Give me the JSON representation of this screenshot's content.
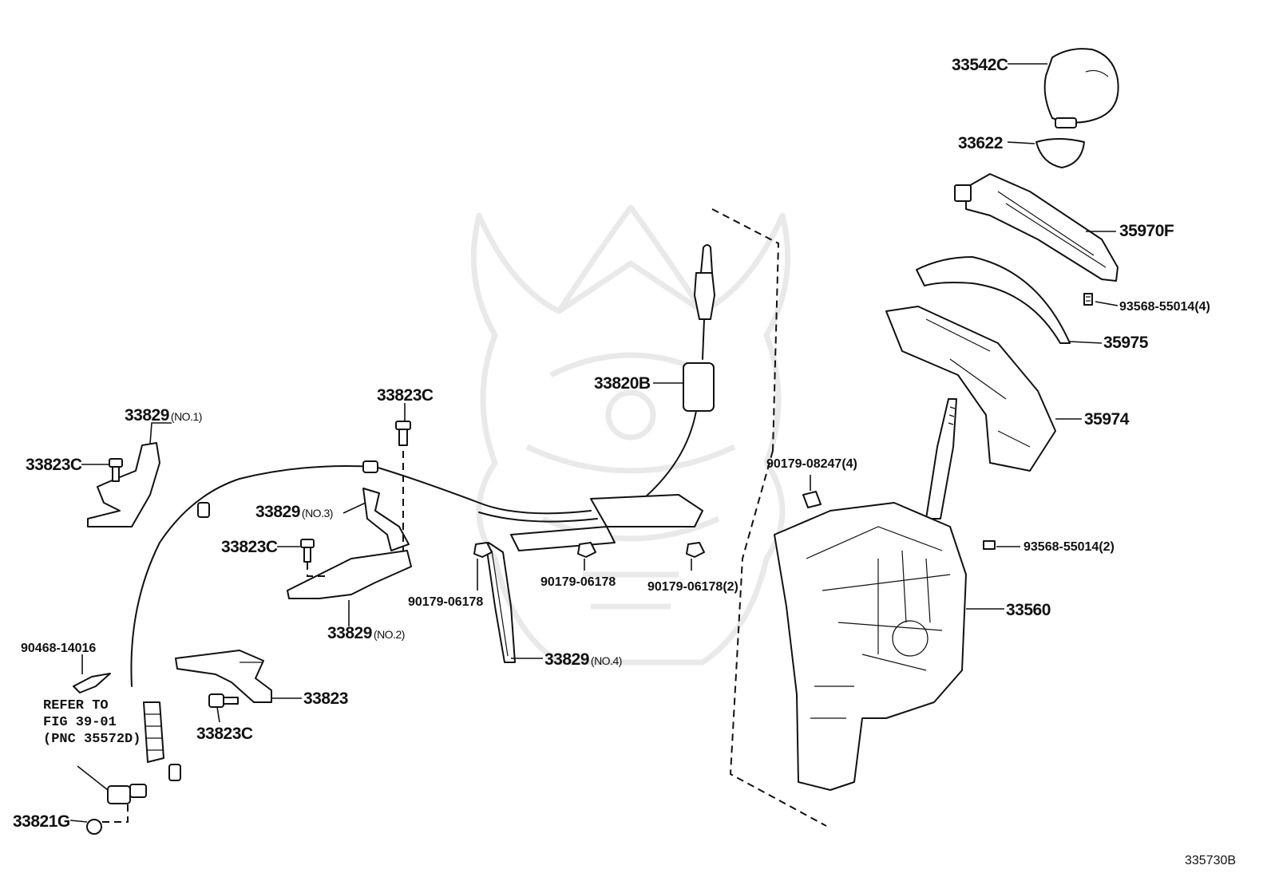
{
  "figure_code": "335730B",
  "callouts": {
    "p33542C": "33542C",
    "p33622": "33622",
    "p35970F": "35970F",
    "p93568_4": "93568-55014(4)",
    "p35975": "35975",
    "p35974": "35974",
    "p33820B": "33820B",
    "p33823C_top": "33823C",
    "p33829_no1": "33829",
    "p33829_no1_sub": "(NO.1)",
    "p33823C_left": "33823C",
    "p33829_no3": "33829",
    "p33829_no3_sub": "(NO.3)",
    "p33823C_mid": "33823C",
    "p90179_08247": "90179-08247(4)",
    "p93568_2": "93568-55014(2)",
    "p90179_06178_a": "90179-06178",
    "p90179_06178_b": "90179-06178(2)",
    "p90179_06178_c": "90179-06178",
    "p33829_no2": "33829",
    "p33829_no2_sub": "(NO.2)",
    "p33560": "33560",
    "p90468": "90468-14016",
    "p33829_no4": "33829",
    "p33829_no4_sub": "(NO.4)",
    "p33823": "33823",
    "p33823C_bot": "33823C",
    "p33821G": "33821G"
  },
  "refer_note": {
    "line1": "REFER TO",
    "line2": "FIG 39-01",
    "line3": "(PNC 35572D)"
  }
}
